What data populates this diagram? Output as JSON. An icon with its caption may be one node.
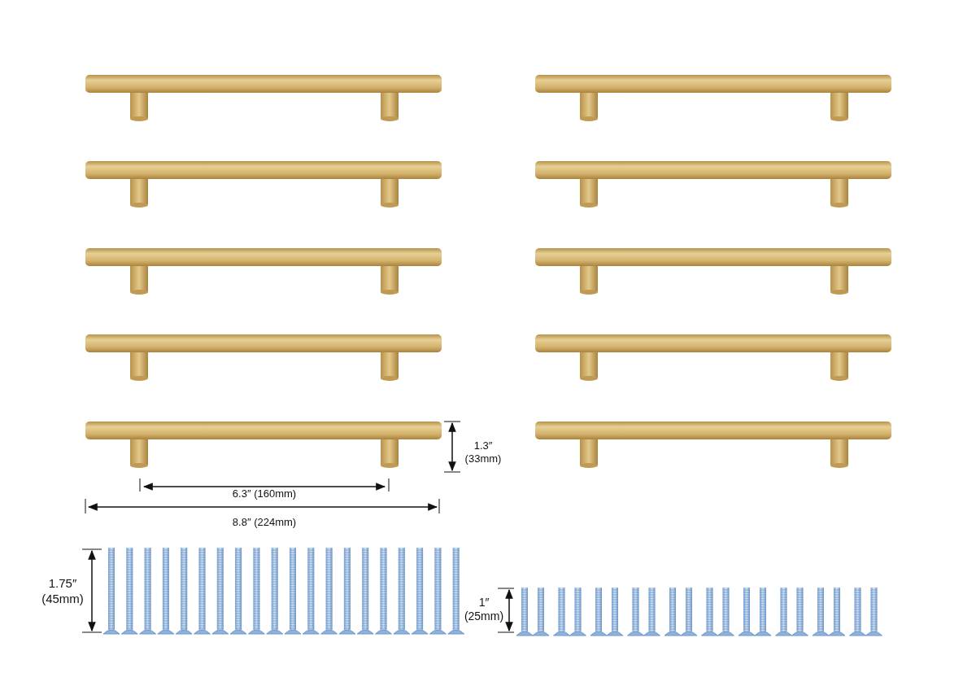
{
  "diagram": {
    "labels": [
      "1.3″ (33mm)",
      "6.3″ (160mm)",
      "8.8″ (224mm)",
      "1.75″ (45mm)",
      "1″ (25mm)"
    ]
  }
}
